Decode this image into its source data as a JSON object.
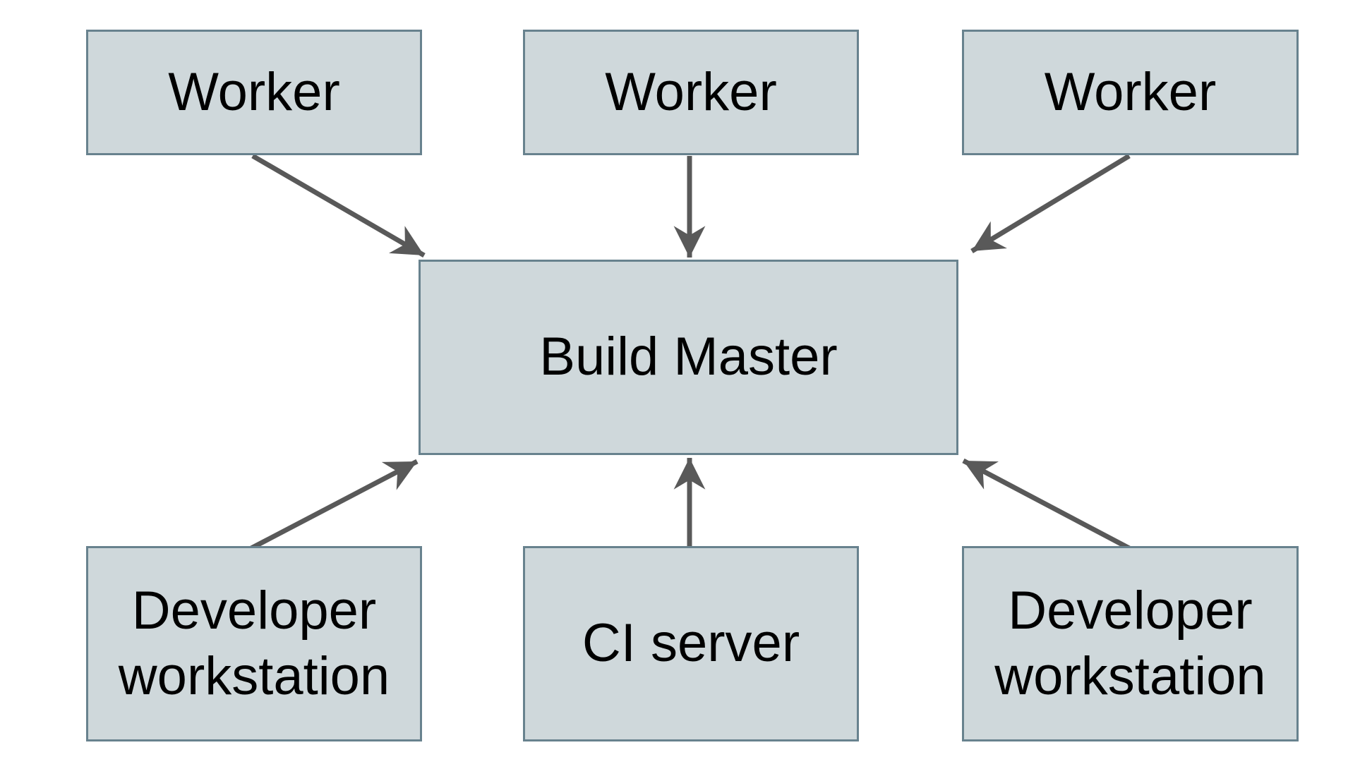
{
  "diagram": {
    "type": "flowchart",
    "description": "Build system architecture: three Worker nodes, two Developer workstation nodes and a CI server node all point into a central Build Master node",
    "colors": {
      "node_fill": "#cfd8db",
      "node_border": "#68828e",
      "arrow": "#595959",
      "label_text": "#000000",
      "background": "#ffffff"
    },
    "nodes": [
      {
        "id": "worker-top-left",
        "label": "Worker"
      },
      {
        "id": "worker-top-center",
        "label": "Worker"
      },
      {
        "id": "worker-top-right",
        "label": "Worker"
      },
      {
        "id": "build-master",
        "label": "Build Master"
      },
      {
        "id": "developer-workstation-left",
        "label": "Developer workstation"
      },
      {
        "id": "ci-server",
        "label": "CI server"
      },
      {
        "id": "developer-workstation-right",
        "label": "Developer workstation"
      }
    ],
    "edges": [
      {
        "from": "worker-top-left",
        "to": "build-master"
      },
      {
        "from": "worker-top-center",
        "to": "build-master"
      },
      {
        "from": "worker-top-right",
        "to": "build-master"
      },
      {
        "from": "developer-workstation-left",
        "to": "build-master"
      },
      {
        "from": "ci-server",
        "to": "build-master"
      },
      {
        "from": "developer-workstation-right",
        "to": "build-master"
      }
    ]
  }
}
